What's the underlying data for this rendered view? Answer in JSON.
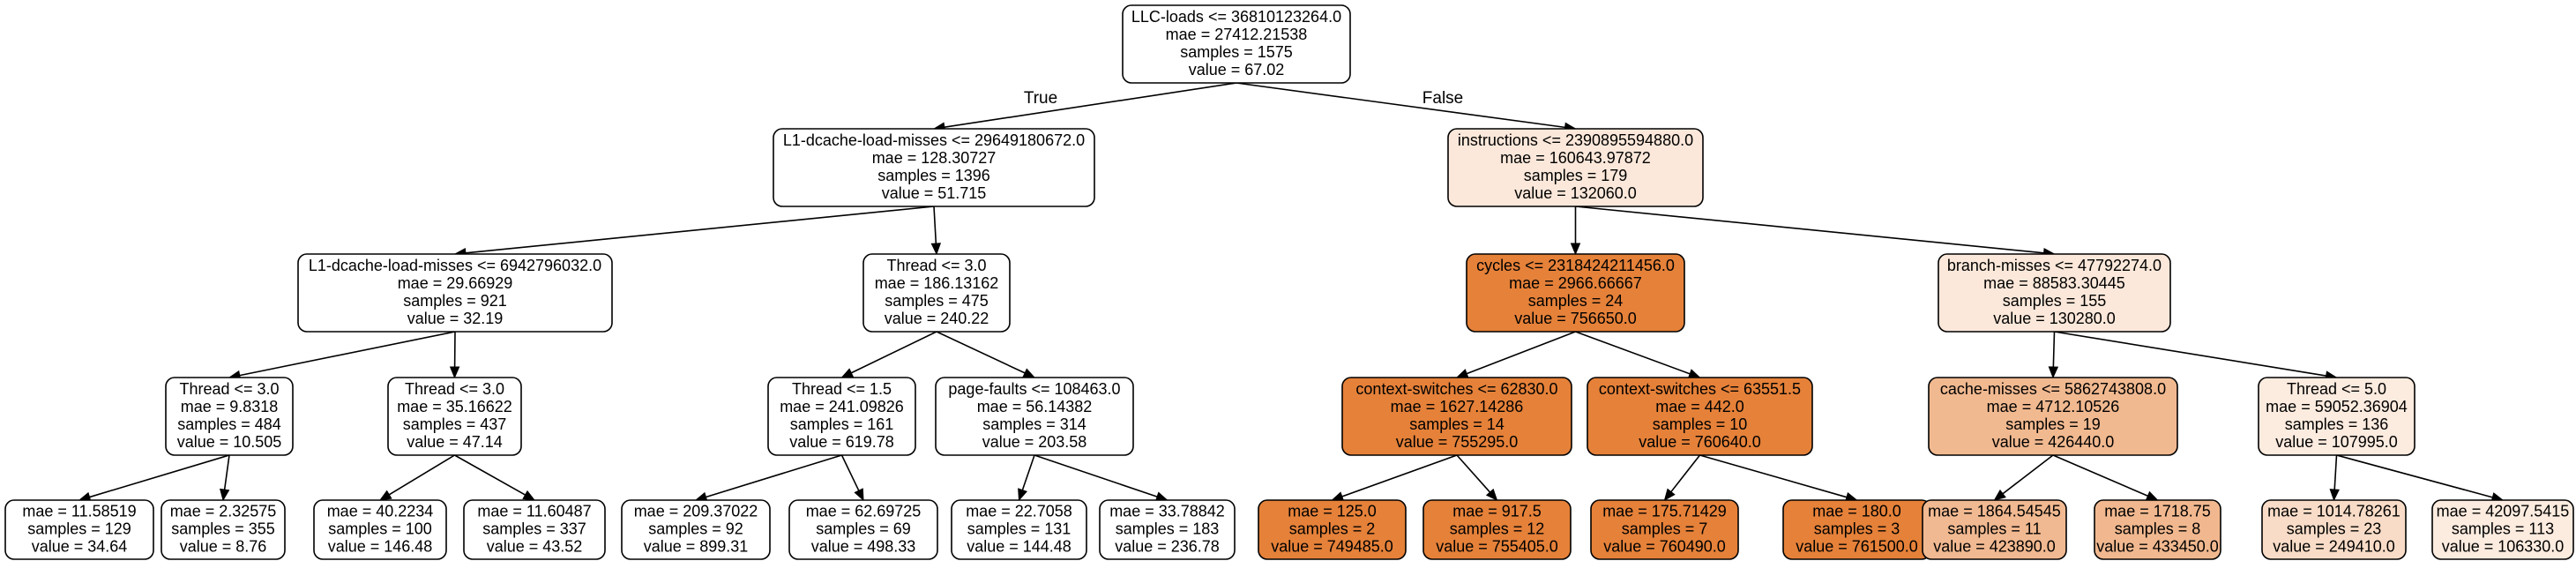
{
  "tree": {
    "root_edge_labels": {
      "true_label": "True",
      "false_label": "False"
    },
    "nodes": [
      {
        "id": "n0",
        "lines": [
          "LLC-loads <= 36810123264.0",
          "mae = 27412.21538",
          "samples = 1575",
          "value = 67.02"
        ],
        "fill": "#ffffff"
      },
      {
        "id": "n1",
        "lines": [
          "L1-dcache-load-misses <= 29649180672.0",
          "mae = 128.30727",
          "samples = 1396",
          "value = 51.715"
        ],
        "fill": "#ffffff"
      },
      {
        "id": "n2",
        "lines": [
          "instructions <= 2390895594880.0",
          "mae = 160643.97872",
          "samples = 179",
          "value = 132060.0"
        ],
        "fill": "#fbe8da"
      },
      {
        "id": "n3",
        "lines": [
          "L1-dcache-load-misses <= 6942796032.0",
          "mae = 29.66929",
          "samples = 921",
          "value = 32.19"
        ],
        "fill": "#ffffff"
      },
      {
        "id": "n4",
        "lines": [
          "Thread <= 3.0",
          "mae = 186.13162",
          "samples = 475",
          "value = 240.22"
        ],
        "fill": "#ffffff"
      },
      {
        "id": "n5",
        "lines": [
          "cycles <= 2318424211456.0",
          "mae = 2966.66667",
          "samples = 24",
          "value = 756650.0"
        ],
        "fill": "#e58139"
      },
      {
        "id": "n6",
        "lines": [
          "branch-misses <= 47792274.0",
          "mae = 88583.30445",
          "samples = 155",
          "value = 130280.0"
        ],
        "fill": "#fbe8da"
      },
      {
        "id": "n7",
        "lines": [
          "Thread <= 3.0",
          "mae = 9.8318",
          "samples = 484",
          "value = 10.505"
        ],
        "fill": "#ffffff"
      },
      {
        "id": "n8",
        "lines": [
          "Thread <= 3.0",
          "mae = 35.16622",
          "samples = 437",
          "value = 47.14"
        ],
        "fill": "#ffffff"
      },
      {
        "id": "n9",
        "lines": [
          "Thread <= 1.5",
          "mae = 241.09826",
          "samples = 161",
          "value = 619.78"
        ],
        "fill": "#ffffff"
      },
      {
        "id": "n10",
        "lines": [
          "page-faults <= 108463.0",
          "mae = 56.14382",
          "samples = 314",
          "value = 203.58"
        ],
        "fill": "#ffffff"
      },
      {
        "id": "n11",
        "lines": [
          "context-switches <= 62830.0",
          "mae = 1627.14286",
          "samples = 14",
          "value = 755295.0"
        ],
        "fill": "#e58139"
      },
      {
        "id": "n12",
        "lines": [
          "context-switches <= 63551.5",
          "mae = 442.0",
          "samples = 10",
          "value = 760640.0"
        ],
        "fill": "#e58139"
      },
      {
        "id": "n13",
        "lines": [
          "cache-misses <= 5862743808.0",
          "mae = 4712.10526",
          "samples = 19",
          "value = 426440.0"
        ],
        "fill": "#f1b990"
      },
      {
        "id": "n14",
        "lines": [
          "Thread <= 5.0",
          "mae = 59052.36904",
          "samples = 136",
          "value = 107995.0"
        ],
        "fill": "#fcebdf"
      },
      {
        "id": "n15",
        "lines": [
          "mae = 11.58519",
          "samples = 129",
          "value = 34.64"
        ],
        "fill": "#ffffff"
      },
      {
        "id": "n16",
        "lines": [
          "mae = 2.32575",
          "samples = 355",
          "value = 8.76"
        ],
        "fill": "#ffffff"
      },
      {
        "id": "n17",
        "lines": [
          "mae = 40.2234",
          "samples = 100",
          "value = 146.48"
        ],
        "fill": "#ffffff"
      },
      {
        "id": "n18",
        "lines": [
          "mae = 11.60487",
          "samples = 337",
          "value = 43.52"
        ],
        "fill": "#ffffff"
      },
      {
        "id": "n19",
        "lines": [
          "mae = 209.37022",
          "samples = 92",
          "value = 899.31"
        ],
        "fill": "#ffffff"
      },
      {
        "id": "n20",
        "lines": [
          "mae = 62.69725",
          "samples = 69",
          "value = 498.33"
        ],
        "fill": "#ffffff"
      },
      {
        "id": "n21",
        "lines": [
          "mae = 22.7058",
          "samples = 131",
          "value = 144.48"
        ],
        "fill": "#ffffff"
      },
      {
        "id": "n22",
        "lines": [
          "mae = 33.78842",
          "samples = 183",
          "value = 236.78"
        ],
        "fill": "#ffffff"
      },
      {
        "id": "n23",
        "lines": [
          "mae = 125.0",
          "samples = 2",
          "value = 749485.0"
        ],
        "fill": "#e58139"
      },
      {
        "id": "n24",
        "lines": [
          "mae = 917.5",
          "samples = 12",
          "value = 755405.0"
        ],
        "fill": "#e58139"
      },
      {
        "id": "n25",
        "lines": [
          "mae = 175.71429",
          "samples = 7",
          "value = 760490.0"
        ],
        "fill": "#e58139"
      },
      {
        "id": "n26",
        "lines": [
          "mae = 180.0",
          "samples = 3",
          "value = 761500.0"
        ],
        "fill": "#e58139"
      },
      {
        "id": "n27",
        "lines": [
          "mae = 1864.54545",
          "samples = 11",
          "value = 423890.0"
        ],
        "fill": "#f1b991"
      },
      {
        "id": "n28",
        "lines": [
          "mae = 1718.75",
          "samples = 8",
          "value = 433450.0"
        ],
        "fill": "#f1b88f"
      },
      {
        "id": "n29",
        "lines": [
          "mae = 1014.78261",
          "samples = 23",
          "value = 249410.0"
        ],
        "fill": "#f8dcc7"
      },
      {
        "id": "n30",
        "lines": [
          "mae = 42097.5415",
          "samples = 113",
          "value = 106330.0"
        ],
        "fill": "#fcebdf"
      }
    ],
    "edges": [
      [
        "n0",
        "n1"
      ],
      [
        "n0",
        "n2"
      ],
      [
        "n1",
        "n3"
      ],
      [
        "n1",
        "n4"
      ],
      [
        "n2",
        "n5"
      ],
      [
        "n2",
        "n6"
      ],
      [
        "n3",
        "n7"
      ],
      [
        "n3",
        "n8"
      ],
      [
        "n4",
        "n9"
      ],
      [
        "n4",
        "n10"
      ],
      [
        "n5",
        "n11"
      ],
      [
        "n5",
        "n12"
      ],
      [
        "n6",
        "n13"
      ],
      [
        "n6",
        "n14"
      ],
      [
        "n7",
        "n15"
      ],
      [
        "n7",
        "n16"
      ],
      [
        "n8",
        "n17"
      ],
      [
        "n8",
        "n18"
      ],
      [
        "n9",
        "n19"
      ],
      [
        "n9",
        "n20"
      ],
      [
        "n10",
        "n21"
      ],
      [
        "n10",
        "n22"
      ],
      [
        "n11",
        "n23"
      ],
      [
        "n11",
        "n24"
      ],
      [
        "n12",
        "n25"
      ],
      [
        "n12",
        "n26"
      ],
      [
        "n13",
        "n27"
      ],
      [
        "n13",
        "n28"
      ],
      [
        "n14",
        "n29"
      ],
      [
        "n14",
        "n30"
      ]
    ]
  }
}
